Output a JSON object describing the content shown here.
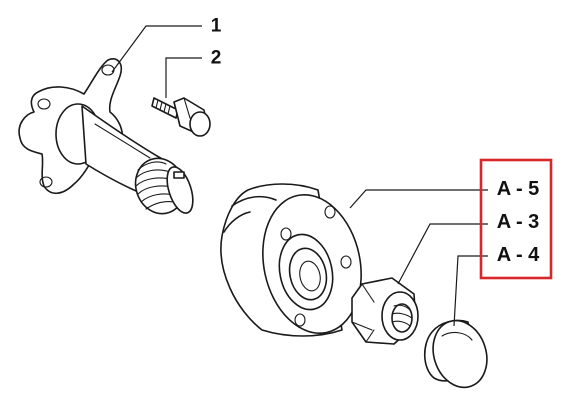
{
  "diagram": {
    "callouts": {
      "part1": "1",
      "part2": "2"
    },
    "highlight_box": {
      "color": "#d9262b",
      "codes": [
        "A - 5",
        "A - 3",
        "A - 4"
      ]
    }
  }
}
